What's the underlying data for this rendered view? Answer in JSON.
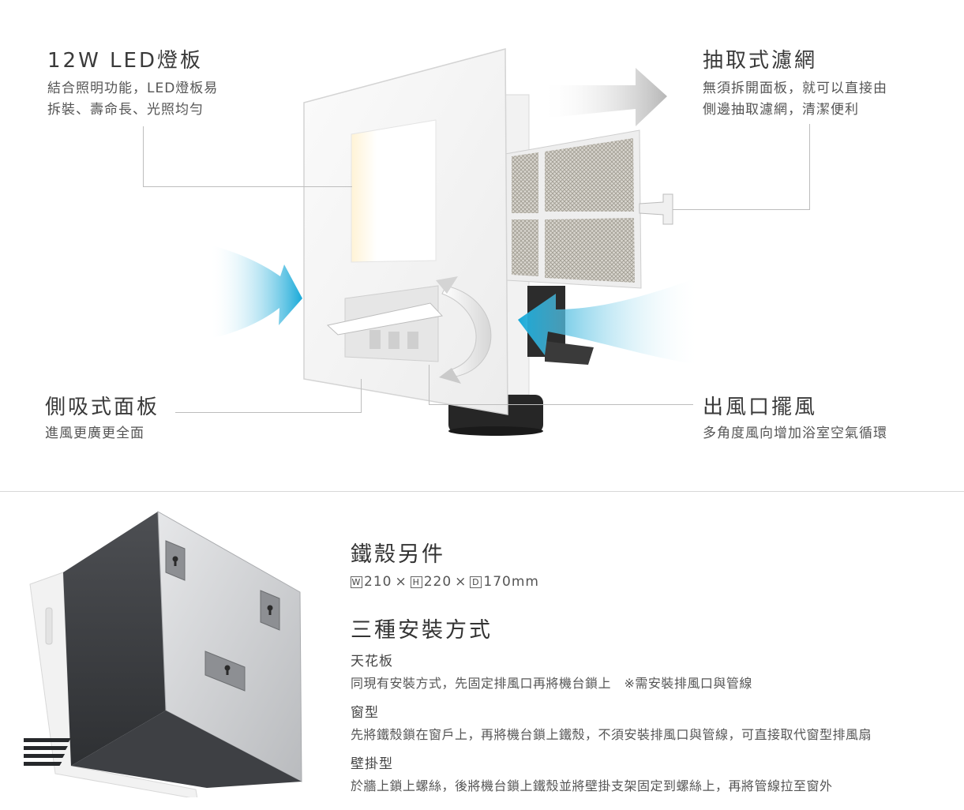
{
  "features": {
    "led": {
      "title": "12W LED燈板",
      "line1": "結合照明功能，LED燈板易",
      "line2": "拆裝、壽命長、光照均勻"
    },
    "filter": {
      "title": "抽取式濾網",
      "line1": "無須拆開面板，就可以直接由",
      "line2": "側邊抽取濾網，清潔便利"
    },
    "panel": {
      "title": "側吸式面板",
      "line1": "進風更廣更全面"
    },
    "outlet": {
      "title": "出風口擺風",
      "line1": "多角度風向增加浴室空氣循環"
    }
  },
  "casing": {
    "title": "鐵殼另件",
    "w_badge": "W",
    "w_value": "210",
    "h_badge": "H",
    "h_value": "220",
    "d_badge": "D",
    "d_value": "170mm",
    "times": "×"
  },
  "install": {
    "title": "三種安裝方式",
    "items": [
      {
        "name": "天花板",
        "desc": "同現有安裝方式，先固定排風口再將機台鎖上　※需安裝排風口與管線"
      },
      {
        "name": "窗型",
        "desc": "先將鐵殼鎖在窗戶上，再將機台鎖上鐵殼，不須安裝排風口與管線，可直接取代窗型排風扇"
      },
      {
        "name": "壁掛型",
        "desc": "於牆上鎖上螺絲，後將機台鎖上鐵殼並將壁掛支架固定到螺絲上，再將管線拉至窗外"
      }
    ]
  },
  "colors": {
    "accent_blue": "#18a9d8",
    "arrow_gray": "#bdbdbd"
  }
}
